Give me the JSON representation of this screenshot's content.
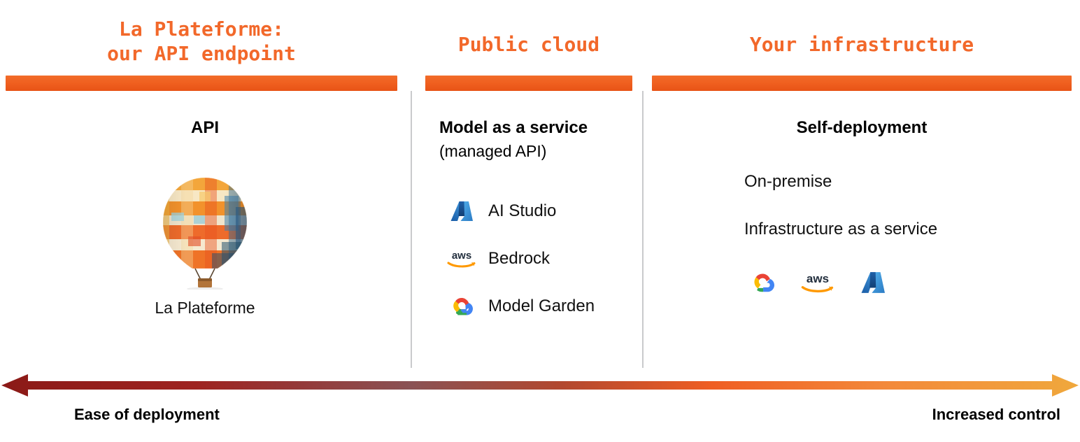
{
  "theme": {
    "accent_orange": "#F2682A",
    "bar_orange": "#EF5E1E",
    "divider_gray": "#C9CACC",
    "arrow_start": "#8B1A17",
    "arrow_mid": "#EF5E1E",
    "arrow_end": "#F0A83C",
    "text_black": "#111111"
  },
  "columns": [
    {
      "title": "La Plateforme:\nour API endpoint",
      "heading": "API",
      "subheading": "",
      "image": {
        "name": "hot-air-balloon-illustration",
        "caption": "La Plateforme"
      }
    },
    {
      "title": "Public cloud",
      "heading": "Model as a service",
      "subheading": "(managed API)",
      "providers": [
        {
          "icon": "azure-logo-icon",
          "label": "AI Studio"
        },
        {
          "icon": "aws-logo-icon",
          "label": "Bedrock"
        },
        {
          "icon": "google-cloud-logo-icon",
          "label": "Model Garden"
        }
      ]
    },
    {
      "title": "Your infrastructure",
      "heading": "Self-deployment",
      "subheading": "",
      "deployment_options": [
        "On-premise",
        "Infrastructure as a service"
      ],
      "logos": [
        {
          "icon": "google-cloud-logo-icon"
        },
        {
          "icon": "aws-logo-icon"
        },
        {
          "icon": "azure-logo-icon"
        }
      ]
    }
  ],
  "axis": {
    "left_label": "Ease of deployment",
    "right_label": "Increased control",
    "direction": "bidirectional"
  }
}
